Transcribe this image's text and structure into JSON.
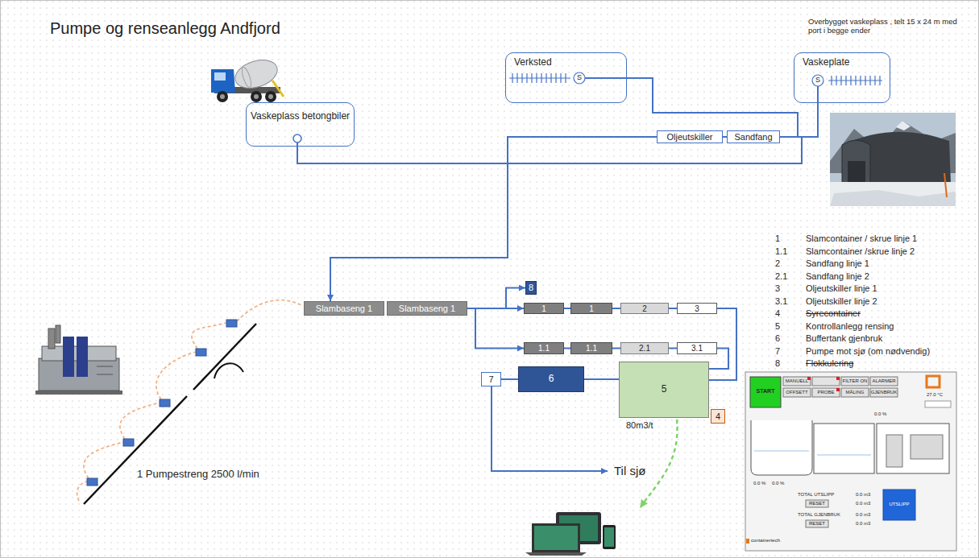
{
  "diagram": {
    "title": "Pumpe og renseanlegg Andfjord",
    "nodes": [
      {
        "text": [
          "Vaskeplass betongbiler"
        ]
      },
      {
        "text": [
          "Verksted"
        ]
      },
      {
        "text": [
          "Vaskeplate"
        ]
      },
      {
        "text": [
          "Oljeutskiller"
        ]
      },
      {
        "text": [
          "Sandfang"
        ]
      },
      {
        "text": [
          "Slambaseng 1"
        ]
      },
      {
        "text": [
          "Slambaseng 1"
        ]
      },
      {
        "text": [
          "8"
        ]
      },
      {
        "text": [
          "1"
        ]
      },
      {
        "text": [
          "1"
        ]
      },
      {
        "text": [
          "2"
        ]
      },
      {
        "text": [
          "3"
        ]
      },
      {
        "text": [
          "1.1"
        ]
      },
      {
        "text": [
          "1.1"
        ]
      },
      {
        "text": [
          "2.1"
        ]
      },
      {
        "text": [
          "3.1"
        ]
      },
      {
        "text": [
          "7"
        ]
      },
      {
        "text": [
          "6"
        ]
      },
      {
        "text": [
          "5"
        ]
      },
      {
        "text": [
          "4"
        ]
      }
    ],
    "edges": [
      {
        "from": 0,
        "to": 4,
        "arrow": "none"
      },
      {
        "from": 1,
        "to": 4,
        "arrow": "none"
      },
      {
        "from": 2,
        "to": 4,
        "arrow": "none"
      },
      {
        "from": 4,
        "to": 3,
        "arrow": "none"
      },
      {
        "from": 3,
        "to": 5,
        "arrow": "to"
      },
      {
        "from": 6,
        "to": 7,
        "arrow": "to"
      },
      {
        "from": 6,
        "to": 8,
        "arrow": "to"
      },
      {
        "from": 6,
        "to": 12,
        "arrow": "to"
      },
      {
        "from": 8,
        "to": 9,
        "arrow": "none"
      },
      {
        "from": 9,
        "to": 10,
        "arrow": "none"
      },
      {
        "from": 10,
        "to": 11,
        "arrow": "none"
      },
      {
        "from": 12,
        "to": 13,
        "arrow": "none"
      },
      {
        "from": 13,
        "to": 14,
        "arrow": "none"
      },
      {
        "from": 14,
        "to": 15,
        "arrow": "none"
      },
      {
        "from": 11,
        "to": 18,
        "arrow": "none"
      },
      {
        "from": 15,
        "to": 18,
        "arrow": "none"
      },
      {
        "from": 18,
        "to": 17,
        "arrow": "none"
      },
      {
        "from": 17,
        "to": 16,
        "arrow": "none"
      }
    ],
    "labels": [
      "Overbygget vaskeplass , telt 15 x 24 m med port i begge ender",
      "S",
      "S",
      "80m3/t",
      "Til sjø",
      "1 Pumpestreng 2500 l/min",
      "1",
      "Slamcontainer / skrue linje 1",
      "1.1",
      "Slamcontainer /skrue linje 2",
      "2",
      "Sandfang linje 1",
      "2.1",
      "Sandfang linje 2",
      "3",
      "Oljeutskiller linje 1",
      "3.1",
      "Oljeutskiller linje 2",
      "4",
      "Syrecontainer",
      "5",
      "Kontrollanlegg rensing",
      "6",
      "Buffertank gjenbruk",
      "7",
      "Pumpe mot sjø (om nødvendig)",
      "8",
      "Flokkulering",
      "START",
      "MANUELL",
      "FILTER ON",
      "ALARMER",
      "OFFSETT",
      "PROBE",
      "MÅLING",
      "GJENBRUK",
      "27.0 °C",
      "0.0 %",
      "0.0 %",
      "0.0 %",
      "TOTAL UTSLIPP",
      "RESET",
      "0.0 m3",
      "0.0 m3",
      "TOTAL GJENBRUK",
      "RESET",
      "0.0 m3",
      "0.0 m3",
      "UTSLIPP",
      "containertech"
    ]
  }
}
